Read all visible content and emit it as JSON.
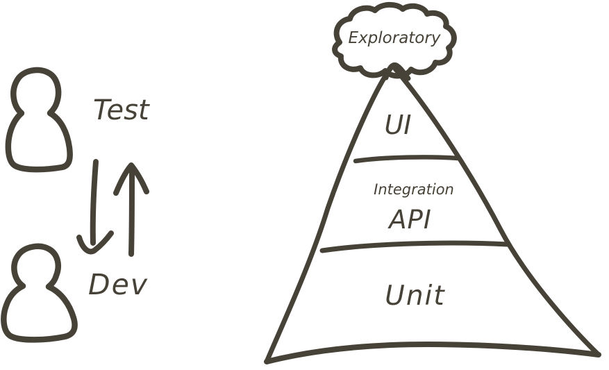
{
  "colors": {
    "ink": "#474237",
    "background": "#ffffff"
  },
  "actors": {
    "test": {
      "label": "Test",
      "icon": "person-icon"
    },
    "dev": {
      "label": "Dev",
      "icon": "person-icon"
    },
    "exchange_icons": [
      "arrow-down-icon",
      "arrow-up-icon"
    ]
  },
  "pyramid": {
    "cloud": {
      "label": "Exploratory",
      "icon": "cloud-icon"
    },
    "layers": [
      {
        "label": "UI"
      },
      {
        "label": "Integration",
        "sublabel": "API"
      },
      {
        "label": "Unit"
      }
    ]
  }
}
